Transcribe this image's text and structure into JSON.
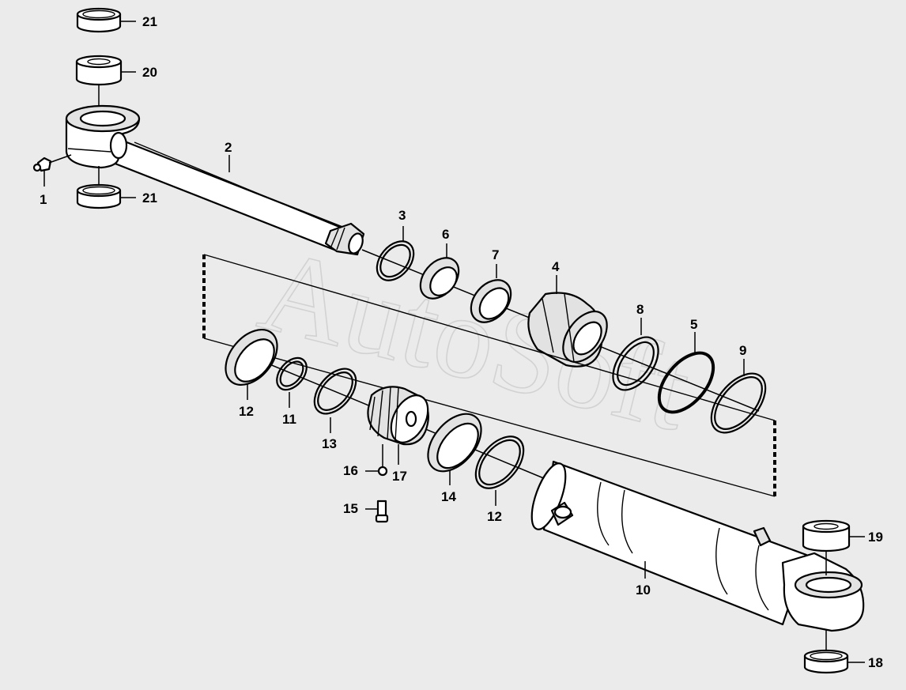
{
  "watermark": "AutoSoft",
  "colors": {
    "background": "#ebebeb",
    "line": "#000000",
    "part_shade": "#e2e2e2"
  },
  "callouts": {
    "c1": "1",
    "c2": "2",
    "c3": "3",
    "c4": "4",
    "c5": "5",
    "c6": "6",
    "c7": "7",
    "c8": "8",
    "c9": "9",
    "c10": "10",
    "c11": "11",
    "c12a": "12",
    "c12b": "12",
    "c13": "13",
    "c14": "14",
    "c15": "15",
    "c16": "16",
    "c17": "17",
    "c18": "18",
    "c19": "19",
    "c20": "20",
    "c21a": "21",
    "c21b": "21"
  }
}
